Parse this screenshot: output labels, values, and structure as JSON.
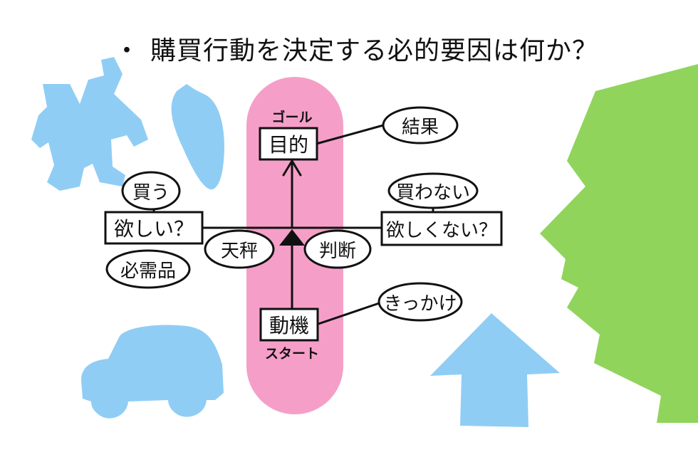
{
  "title": {
    "bullet": "・",
    "text": "購買行動を決定する必的要因は何か？"
  },
  "labels": {
    "goal": "ゴール",
    "purpose": "目的",
    "result": "結果",
    "buy": "買う",
    "want": "欲しい？",
    "necessity": "必需品",
    "balance": "天秤",
    "judgement": "判断",
    "not_buy": "買わない",
    "not_want": "欲しくない？",
    "motive": "動機",
    "trigger": "きっかけ",
    "start": "スタート"
  },
  "colors": {
    "pink_band": "#f59fc8",
    "blue_shapes": "#8fcdf5",
    "green_face": "#90d45c",
    "ink": "#111111"
  },
  "decor": {
    "robot": "robot-silhouette",
    "carrot": "carrot-silhouette",
    "car": "car-silhouette",
    "house": "house-arrow-silhouette",
    "face": "face-profile-silhouette"
  }
}
